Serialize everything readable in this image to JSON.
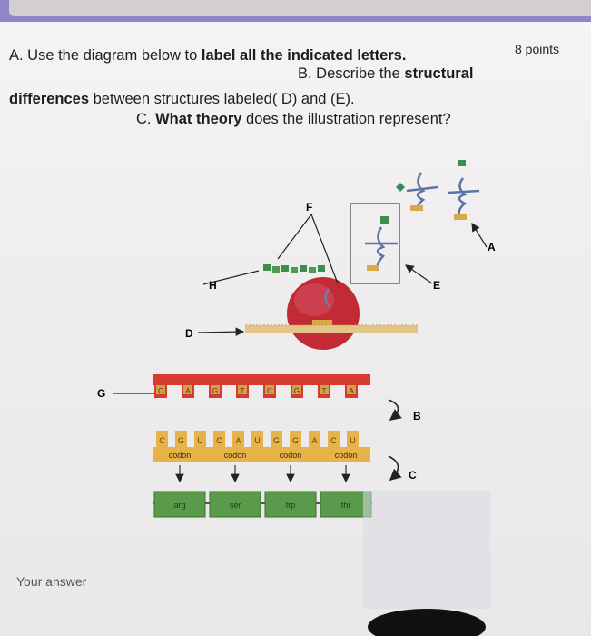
{
  "question": {
    "line1_prefix": "A. Use the diagram below to ",
    "line1_bold": "label all the indicated letters.",
    "line2_prefix": "B. Describe the ",
    "line2_bold": "structural",
    "line3_bold": "differences",
    "line3_rest": " between structures labeled( D) and (E).",
    "line4_prefix": "C. ",
    "line4_bold": "What theory",
    "line4_rest": " does the illustration represent?"
  },
  "points": "8 points",
  "answer_placeholder": "Your answer",
  "diagram": {
    "labels": {
      "A": "A",
      "B": "B",
      "C": "C",
      "D": "D",
      "E": "E",
      "F": "F",
      "G": "G",
      "H": "H"
    },
    "dna_bases": [
      "C",
      "A",
      "G",
      "T",
      "C",
      "G",
      "T",
      "A"
    ],
    "mrna_bases": [
      "C",
      "G",
      "U",
      "C",
      "A",
      "U",
      "G",
      "G",
      "A",
      "C",
      "U"
    ],
    "codon_label": "codon",
    "amino_acids": [
      "arg",
      "ser",
      "trp",
      "thr"
    ]
  },
  "colors": {
    "dna_strand": "#d73a2f",
    "mrna_strand": "#e7b247",
    "amino_acid_box": "#5a9b4b",
    "ribosome": "#c22a35",
    "header_bar": "#8e86c9"
  }
}
